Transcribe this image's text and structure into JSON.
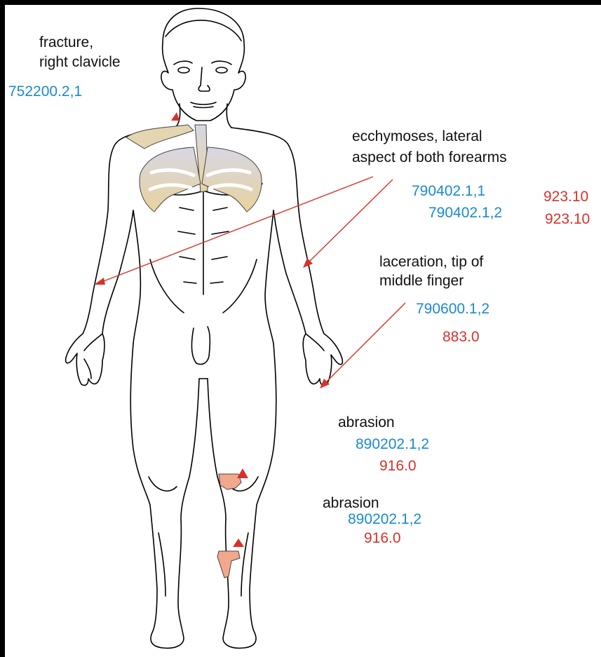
{
  "colors": {
    "ais_code": "#1a8ad0",
    "icd_code": "#d7322a",
    "arrow": "#d7322a",
    "bone": "#e8d5a4",
    "abrasion": "#f2a88c"
  },
  "annotations": [
    {
      "id": "clavicle",
      "lines": [
        "fracture,",
        "right clavicle"
      ],
      "ais": [
        "752200.2,1"
      ],
      "icd": []
    },
    {
      "id": "forearms",
      "lines": [
        "ecchymoses, lateral",
        "aspect of both forearms"
      ],
      "ais": [
        "790402.1,1",
        "790402.1,2"
      ],
      "icd": [
        "923.10",
        "923.10"
      ]
    },
    {
      "id": "finger",
      "lines": [
        "laceration, tip of",
        "middle finger"
      ],
      "ais": [
        "790600.1,2"
      ],
      "icd": [
        "883.0"
      ]
    },
    {
      "id": "knee",
      "lines": [
        "abrasion"
      ],
      "ais": [
        "890202.1,2"
      ],
      "icd": [
        "916.0"
      ]
    },
    {
      "id": "shin",
      "lines": [
        "abrasion"
      ],
      "ais": [
        "890202.1,2"
      ],
      "icd": [
        "916.0"
      ]
    }
  ]
}
